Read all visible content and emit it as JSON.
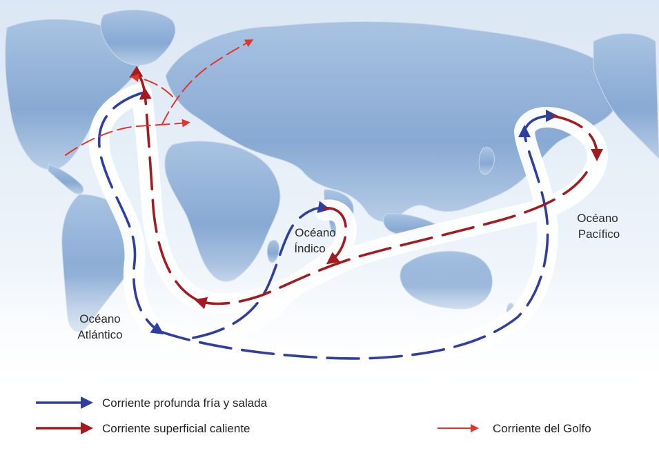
{
  "ocean_labels": {
    "atlantico": [
      "Océano",
      "Atlántico"
    ],
    "indico": [
      "Océano",
      "Índico"
    ],
    "pacifico": [
      "Océano",
      "Pacífico"
    ]
  },
  "legend": [
    {
      "label": "Corriente profunda fría y salada",
      "color": "#2f3f9e"
    },
    {
      "label": "Corriente superficial caliente",
      "color": "#a31a1f"
    },
    {
      "label": "Corriente del Golfo",
      "color": "#e0352b"
    }
  ],
  "colors": {
    "land": "#8fb0d6",
    "land_light": "#b7cde6",
    "ocean_top": "#e2ecf6",
    "ocean_bottom": "#ffffff",
    "band": "#ffffff"
  }
}
